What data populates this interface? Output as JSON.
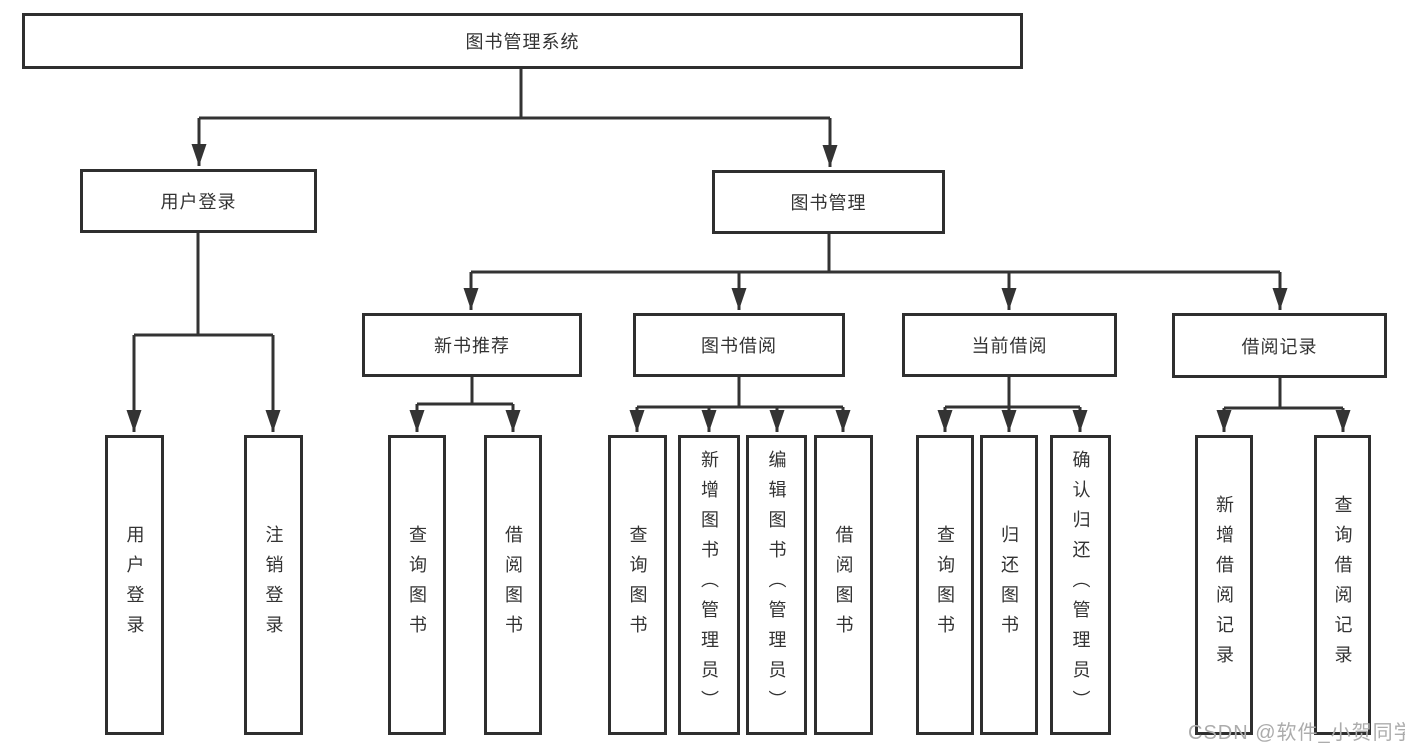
{
  "diagram": {
    "root": {
      "label": "图书管理系统"
    },
    "branches": [
      {
        "label": "用户登录",
        "children": [
          {
            "label": "用户登录"
          },
          {
            "label": "注销登录"
          }
        ]
      },
      {
        "label": "图书管理",
        "children": [
          {
            "label": "新书推荐",
            "children": [
              {
                "label": "查询图书"
              },
              {
                "label": "借阅图书"
              }
            ]
          },
          {
            "label": "图书借阅",
            "children": [
              {
                "label": "查询图书"
              },
              {
                "label": "新增图书（管理员）"
              },
              {
                "label": "编辑图书（管理员）"
              },
              {
                "label": "借阅图书"
              }
            ]
          },
          {
            "label": "当前借阅",
            "children": [
              {
                "label": "查询图书"
              },
              {
                "label": "归还图书"
              },
              {
                "label": "确认归还（管理员）"
              }
            ]
          },
          {
            "label": "借阅记录",
            "children": [
              {
                "label": "新增借阅记录"
              },
              {
                "label": "查询借阅记录"
              }
            ]
          }
        ]
      }
    ]
  },
  "watermark": {
    "text": "CSDN @软件_小贺同学"
  },
  "colors": {
    "line": "#333333",
    "border": "#2f2f2f",
    "text": "#333333",
    "watermark": "#acacac",
    "background": "#ffffff"
  }
}
